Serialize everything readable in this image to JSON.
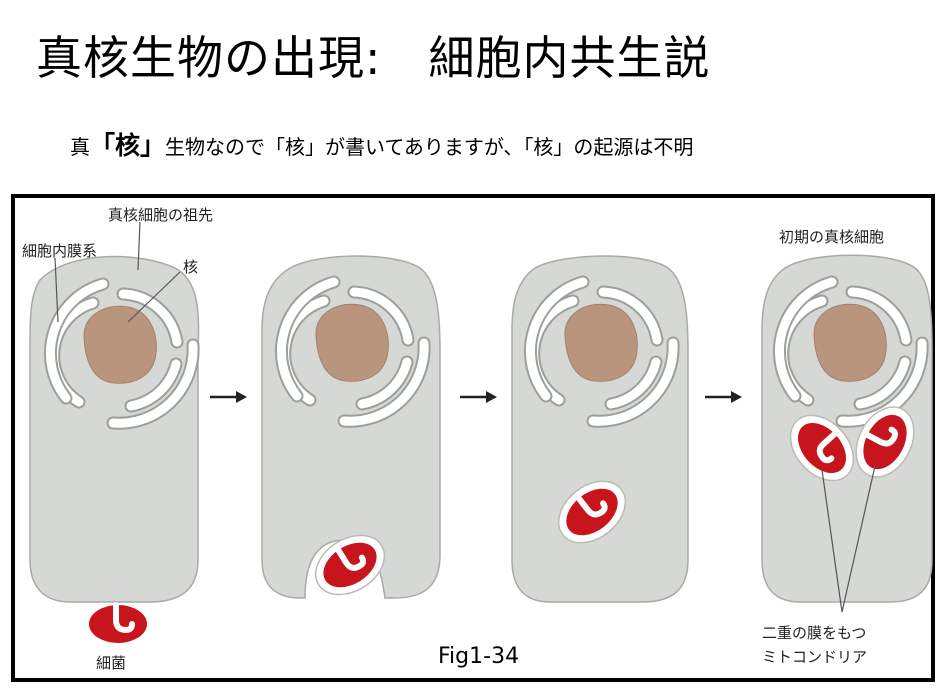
{
  "slide": {
    "title": "真核生物の出現:　細胞内共生説",
    "subtitle": {
      "prefix": "真",
      "emphasis": "「核」",
      "suffix": "生物なので「核」が書いてありますが、「核」の起源は不明"
    }
  },
  "figure": {
    "labels": {
      "ancestor": "真核細胞の祖先",
      "endomembrane": "細胞内膜系",
      "nucleus": "核",
      "early_eukaryote": "初期の真核細胞",
      "bacterium": "細菌",
      "double_membrane_line1": "二重の膜をもつ",
      "double_membrane_line2": "ミトコンドリア",
      "caption": "Fig1-34"
    },
    "colors": {
      "cell": "#d5d8d4",
      "cell_outline": "#9da29c",
      "nucleus": "#b9957e",
      "bacterium": "#c8141c",
      "membrane": "#ffffff"
    }
  }
}
